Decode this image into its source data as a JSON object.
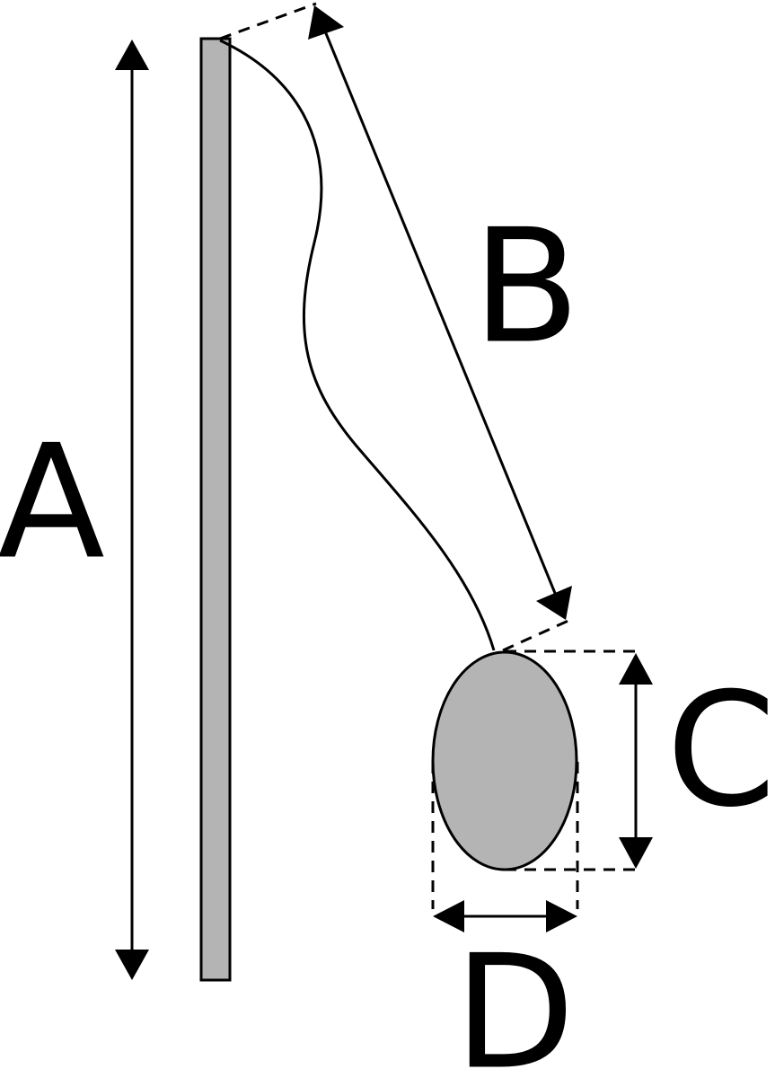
{
  "labels": {
    "a": "A",
    "b": "B",
    "c": "C",
    "d": "D"
  },
  "colors": {
    "stroke": "#000000",
    "fill_gray": "#b4b4b4",
    "background": "#ffffff"
  }
}
